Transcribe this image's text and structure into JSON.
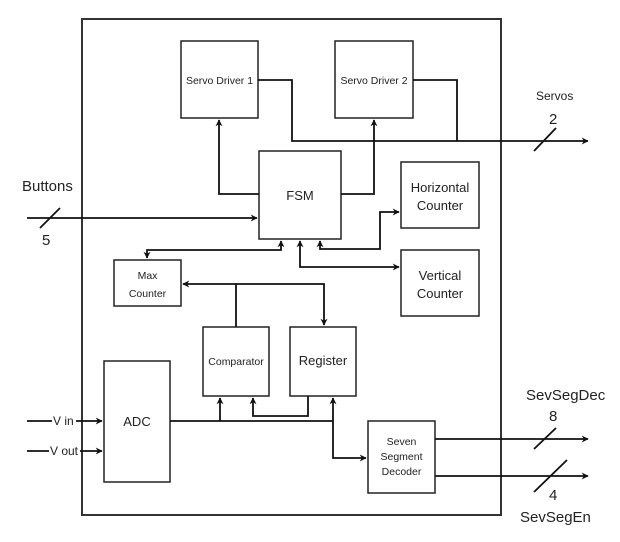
{
  "diagram": {
    "title": "",
    "blocks": {
      "servo_driver_1": "Servo Driver 1",
      "servo_driver_2": "Servo Driver 2",
      "fsm": "FSM",
      "horizontal_counter": [
        "Horizontal",
        "Counter"
      ],
      "vertical_counter": [
        "Vertical",
        "Counter"
      ],
      "max_counter": [
        "Max",
        "Counter"
      ],
      "comparator": "Comparator",
      "register": "Register",
      "adc": "ADC",
      "seven_segment_decoder": [
        "Seven",
        "Segment",
        "Decoder"
      ]
    },
    "external_signals": {
      "buttons": {
        "label": "Buttons",
        "width": "5",
        "direction": "input"
      },
      "servos": {
        "label": "Servos",
        "width": "2",
        "direction": "output"
      },
      "v_in": {
        "label": "V in",
        "direction": "input"
      },
      "v_out": {
        "label": "V out",
        "direction": "input"
      },
      "sevsegdec": {
        "label": "SevSegDec",
        "width": "8",
        "direction": "output"
      },
      "sevsegen": {
        "label": "SevSegEn",
        "width": "4",
        "direction": "output"
      }
    },
    "connections": [
      {
        "from": "Buttons",
        "to": "FSM"
      },
      {
        "from": "FSM",
        "to": "Servo Driver 1"
      },
      {
        "from": "FSM",
        "to": "Servo Driver 2"
      },
      {
        "from": "Servo Driver 1",
        "to": "Servos"
      },
      {
        "from": "Servo Driver 2",
        "to": "Servos"
      },
      {
        "from": "FSM",
        "to": "Max Counter"
      },
      {
        "from": "Horizontal Counter",
        "to": "FSM",
        "bidirectional": true
      },
      {
        "from": "Vertical Counter",
        "to": "FSM",
        "bidirectional": true
      },
      {
        "from": "Comparator",
        "to": "Max Counter"
      },
      {
        "from": "Comparator",
        "to": "Register"
      },
      {
        "from": "Register",
        "to": "Comparator"
      },
      {
        "from": "ADC",
        "to": "Comparator"
      },
      {
        "from": "ADC",
        "to": "Register"
      },
      {
        "from": "ADC",
        "to": "Seven Segment Decoder"
      },
      {
        "from": "V in",
        "to": "ADC"
      },
      {
        "from": "V out",
        "to": "ADC"
      },
      {
        "from": "Seven Segment Decoder",
        "to": "SevSegDec"
      },
      {
        "from": "Seven Segment Decoder",
        "to": "SevSegEn"
      }
    ]
  }
}
